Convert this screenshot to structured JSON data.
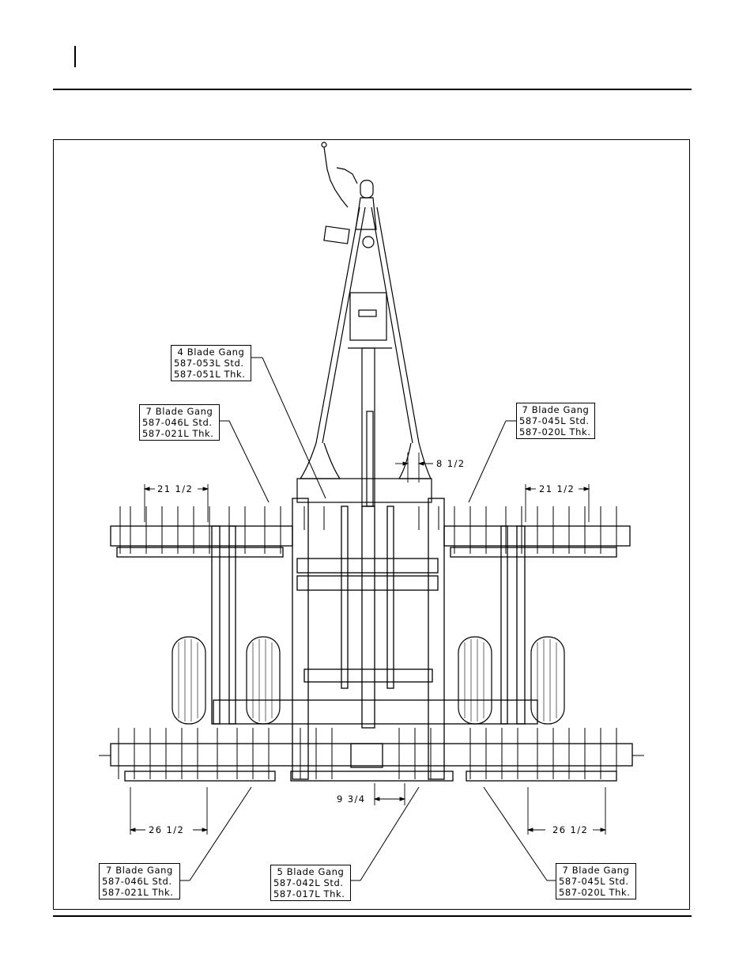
{
  "callouts": {
    "four_blade_top": {
      "title": "4 Blade Gang",
      "std": "587-053L Std.",
      "thk": "587-051L Thk."
    },
    "seven_blade_top_left": {
      "title": "7 Blade Gang",
      "std": "587-046L Std.",
      "thk": "587-021L Thk."
    },
    "seven_blade_top_right": {
      "title": "7 Blade Gang",
      "std": "587-045L Std.",
      "thk": "587-020L Thk."
    },
    "seven_blade_bottom_left": {
      "title": "7 Blade Gang",
      "std": "587-046L Std.",
      "thk": "587-021L Thk."
    },
    "five_blade_bottom_center": {
      "title": "5 Blade Gang",
      "std": "587-042L Std.",
      "thk": "587-017L Thk."
    },
    "seven_blade_bottom_right": {
      "title": "7 Blade Gang",
      "std": "587-045L Std.",
      "thk": "587-020L Thk."
    }
  },
  "dimensions": {
    "hitch_offset": "8 1/2",
    "front_left_spacing": "21 1/2",
    "front_right_spacing": "21 1/2",
    "rear_left_spacing": "26 1/2",
    "rear_right_spacing": "26 1/2",
    "center_gang_offset": "9 3/4"
  }
}
